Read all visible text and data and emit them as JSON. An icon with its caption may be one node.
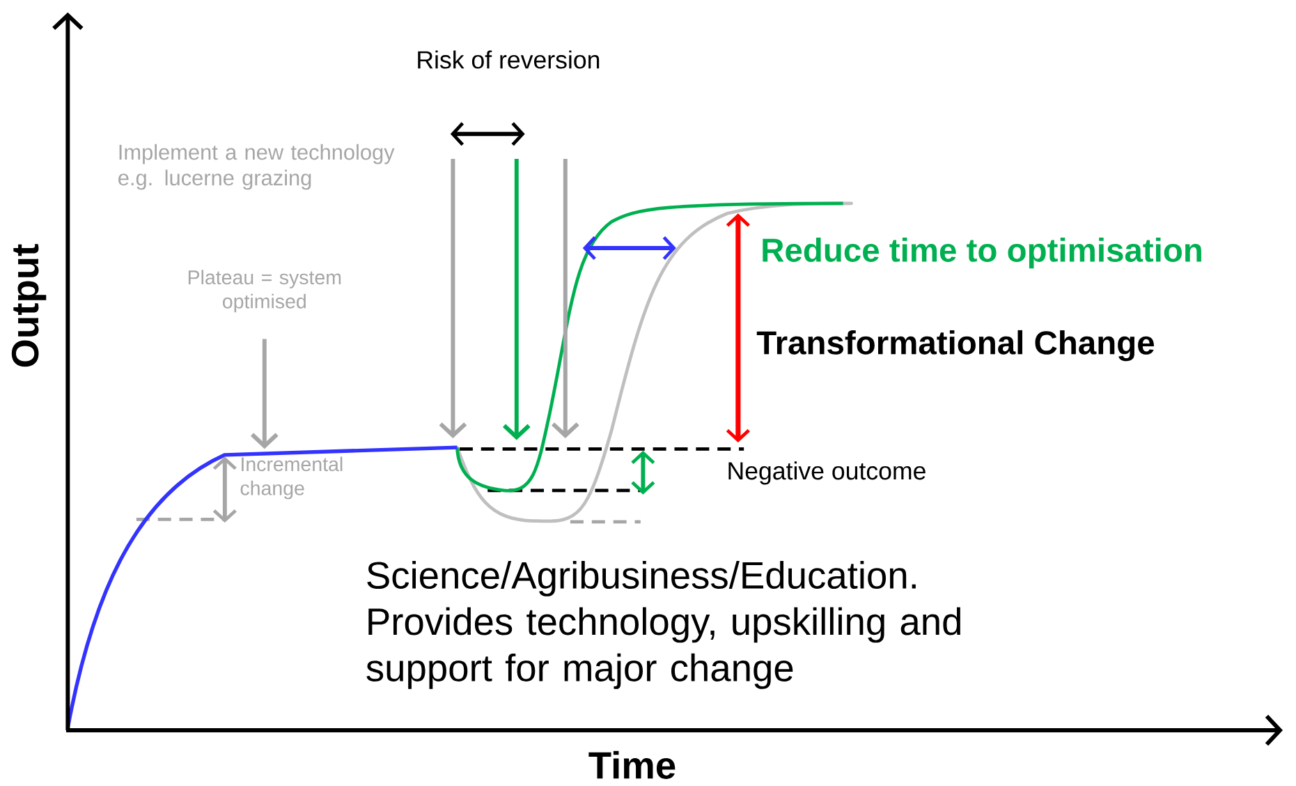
{
  "diagram": {
    "nodes": [
      {
        "text": [
          "Plateau = system optimised"
        ]
      },
      {
        "text": [],
        "shape": "curve"
      }
    ],
    "edges": [
      {
        "from": 0,
        "to": 1,
        "arrow": "to"
      }
    ],
    "labels": [
      "Risk of reversion",
      "Implement a new technology e.g. lucerne grazing",
      "Incremental change",
      "Reduce time to optimisation",
      "Transformational Change",
      "Negative outcome",
      "Science/Agribusiness/Education. Provides technology, upskilling and support for major change",
      "Output",
      "Time"
    ]
  }
}
